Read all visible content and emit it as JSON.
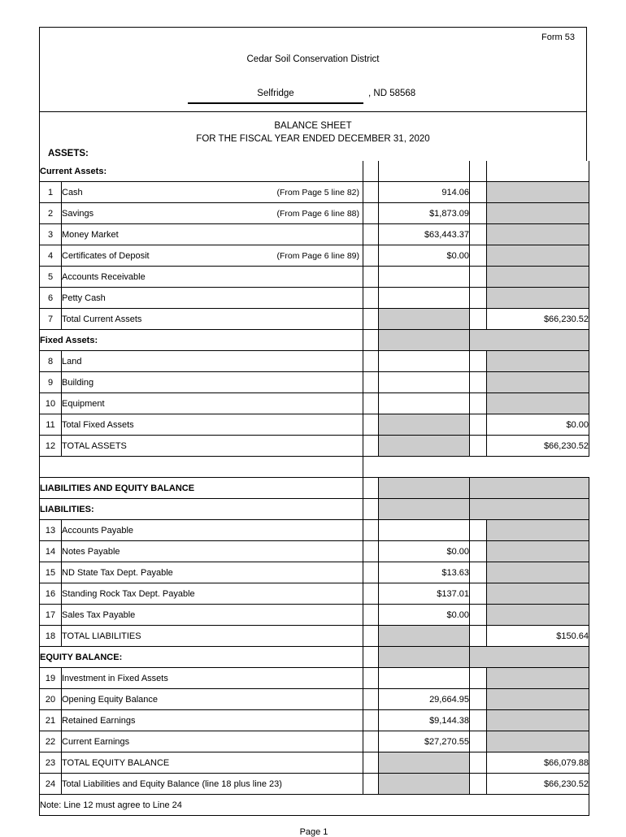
{
  "header": {
    "form_number": "Form 53",
    "organization": "Cedar Soil Conservation District",
    "city": "Selfridge",
    "state_zip": ", ND 58568"
  },
  "title": {
    "line1": "BALANCE SHEET",
    "line2": "FOR THE FISCAL YEAR ENDED  DECEMBER 31, 2020",
    "assets_label": "ASSETS:"
  },
  "sections": {
    "current_assets_label": "Current Assets:",
    "fixed_assets_label": "Fixed Assets:",
    "liabilities_equity_label": "LIABILITIES AND EQUITY BALANCE",
    "liabilities_label": "LIABILITIES:",
    "equity_label": "EQUITY BALANCE:"
  },
  "rows": {
    "r1": {
      "num": "1",
      "label": "Cash",
      "ref": "(From Page 5 line 82)",
      "amount": "914.06",
      "total": ""
    },
    "r2": {
      "num": "2",
      "label": "Savings",
      "ref": "(From Page 6 line 88)",
      "amount": "$1,873.09",
      "total": ""
    },
    "r3": {
      "num": "3",
      "label": "Money Market",
      "ref": "",
      "amount": "$63,443.37",
      "total": ""
    },
    "r4": {
      "num": "4",
      "label": "Certificates of Deposit",
      "ref": "(From Page 6 line 89)",
      "amount": "$0.00",
      "total": ""
    },
    "r5": {
      "num": "5",
      "label": "Accounts Receivable",
      "ref": "",
      "amount": "",
      "total": ""
    },
    "r6": {
      "num": "6",
      "label": "Petty Cash",
      "ref": "",
      "amount": "",
      "total": ""
    },
    "r7": {
      "num": "7",
      "label": "Total Current Assets",
      "ref": "",
      "amount": "",
      "total": "$66,230.52"
    },
    "r8": {
      "num": "8",
      "label": "Land",
      "ref": "",
      "amount": "",
      "total": ""
    },
    "r9": {
      "num": "9",
      "label": "Building",
      "ref": "",
      "amount": "",
      "total": ""
    },
    "r10": {
      "num": "10",
      "label": "Equipment",
      "ref": "",
      "amount": "",
      "total": ""
    },
    "r11": {
      "num": "11",
      "label": "Total Fixed Assets",
      "ref": "",
      "amount": "",
      "total": "$0.00"
    },
    "r12": {
      "num": "12",
      "label": "TOTAL ASSETS",
      "ref": "",
      "amount": "",
      "total": "$66,230.52"
    },
    "r13": {
      "num": "13",
      "label": "Accounts Payable",
      "ref": "",
      "amount": "",
      "total": ""
    },
    "r14": {
      "num": "14",
      "label": "Notes Payable",
      "ref": "",
      "amount": "$0.00",
      "total": ""
    },
    "r15": {
      "num": "15",
      "label": "ND State Tax Dept. Payable",
      "ref": "",
      "amount": "$13.63",
      "total": ""
    },
    "r16": {
      "num": "16",
      "label": "Standing Rock Tax Dept. Payable",
      "ref": "",
      "amount": "$137.01",
      "total": ""
    },
    "r17": {
      "num": "17",
      "label": "Sales Tax Payable",
      "ref": "",
      "amount": "$0.00",
      "total": ""
    },
    "r18": {
      "num": "18",
      "label": " TOTAL LIABILITIES",
      "ref": "",
      "amount": "",
      "total": "$150.64"
    },
    "r19": {
      "num": "19",
      "label": "Investment in Fixed Assets",
      "ref": "",
      "amount": "",
      "total": ""
    },
    "r20": {
      "num": "20",
      "label": "Opening Equity Balance",
      "ref": "",
      "amount": "29,664.95",
      "total": ""
    },
    "r21": {
      "num": "21",
      "label": "Retained Earnings",
      "ref": "",
      "amount": "$9,144.38",
      "total": ""
    },
    "r22": {
      "num": "22",
      "label": "Current Earnings",
      "ref": "",
      "amount": "$27,270.55",
      "total": ""
    },
    "r23": {
      "num": "23",
      "label": "TOTAL EQUITY BALANCE",
      "ref": "",
      "amount": "",
      "total": "$66,079.88"
    },
    "r24": {
      "num": "24",
      "label": "Total Liabilities and Equity Balance (line 18 plus line 23)",
      "ref": "",
      "amount": "",
      "total": "$66,230.52"
    }
  },
  "footer": {
    "note": "Note: Line 12 must agree to Line 24",
    "page": "Page 1"
  }
}
